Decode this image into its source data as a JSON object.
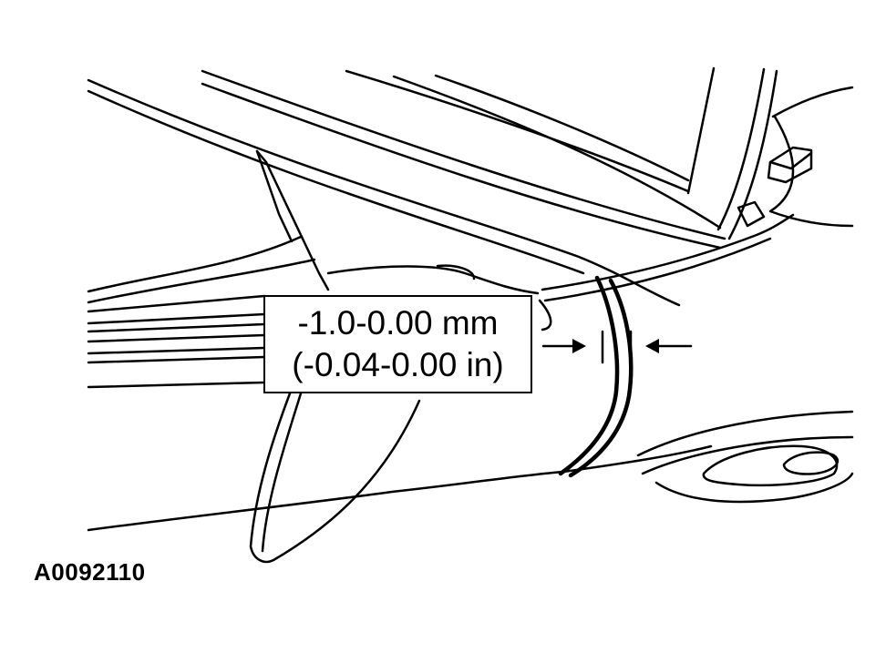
{
  "diagram": {
    "callout": {
      "metric": "-1.0-0.00 mm",
      "imperial": "(-0.04-0.00 in)"
    },
    "figure_id": "A0092110",
    "colors": {
      "line": "#000000",
      "background": "#ffffff"
    }
  }
}
